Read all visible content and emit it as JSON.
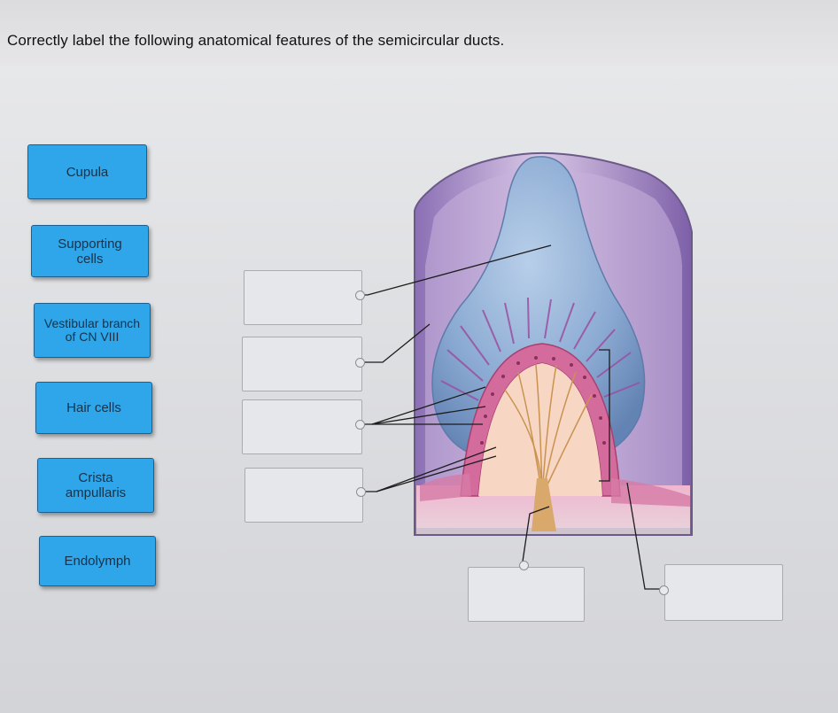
{
  "question": {
    "prompt": "Correctly label the following anatomical features of the semicircular ducts."
  },
  "label_bank": [
    {
      "id": "cupula",
      "text": "Cupula"
    },
    {
      "id": "supporting",
      "text": "Supporting cells"
    },
    {
      "id": "vestibular",
      "text": "Vestibular branch of CN VIII"
    },
    {
      "id": "hair",
      "text": "Hair cells"
    },
    {
      "id": "crista",
      "text": "Crista ampullaris"
    },
    {
      "id": "endolymph",
      "text": "Endolymph"
    }
  ],
  "drop_targets": [
    {
      "id": "target-1",
      "value": ""
    },
    {
      "id": "target-2",
      "value": ""
    },
    {
      "id": "target-3",
      "value": ""
    },
    {
      "id": "target-4",
      "value": ""
    },
    {
      "id": "target-5",
      "value": ""
    },
    {
      "id": "target-6",
      "value": ""
    }
  ],
  "colors": {
    "tile": "#2ea6e9",
    "tile_border": "#1f5f8f",
    "cupula": "#7fa6cf",
    "ampulla_wall": "#a98bc4",
    "epithelium": "#d2699b",
    "nerve": "#d9a86b"
  }
}
